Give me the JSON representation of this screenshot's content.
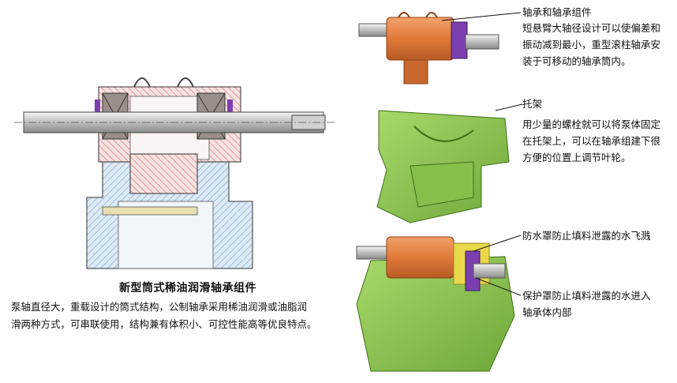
{
  "left_caption": {
    "title": "新型筒式稀油润滑轴承组件",
    "body_line1": "泵轴直径大，重载设计的筒式结构，公制轴承采用稀油润滑或油脂润",
    "body_line2": "滑两种方式，可串联使用，结构兼有体积小、可控性能高等优良特点。"
  },
  "bearing_assembly": {
    "title": "轴承和轴承组件",
    "line1": "短悬臂大轴径设计可以使偏差和",
    "line2": "振动减到最小，重型滚柱轴承安",
    "line3": "装于可移动的轴承筒内。"
  },
  "frame": {
    "title": "托架",
    "line1": "用少量的螺栓就可以将泵体固定",
    "line2": "在托架上，可以在轴承组建下很",
    "line3": "方便的位置上调节叶轮。"
  },
  "splash_guard": {
    "text": "防水罩防止填料泄露的水飞溅"
  },
  "protective_cover": {
    "line1": "保护罩防止填料泄露的水进入",
    "line2": "轴承体内部"
  },
  "colors": {
    "frame_green": "#8bc34a",
    "bearing_orange": "#e07a3a",
    "seal_purple": "#7b3fb0",
    "guard_yellow": "#e8d84a",
    "hatch_blue": "#7aaad8",
    "hatch_red": "#d87878"
  }
}
